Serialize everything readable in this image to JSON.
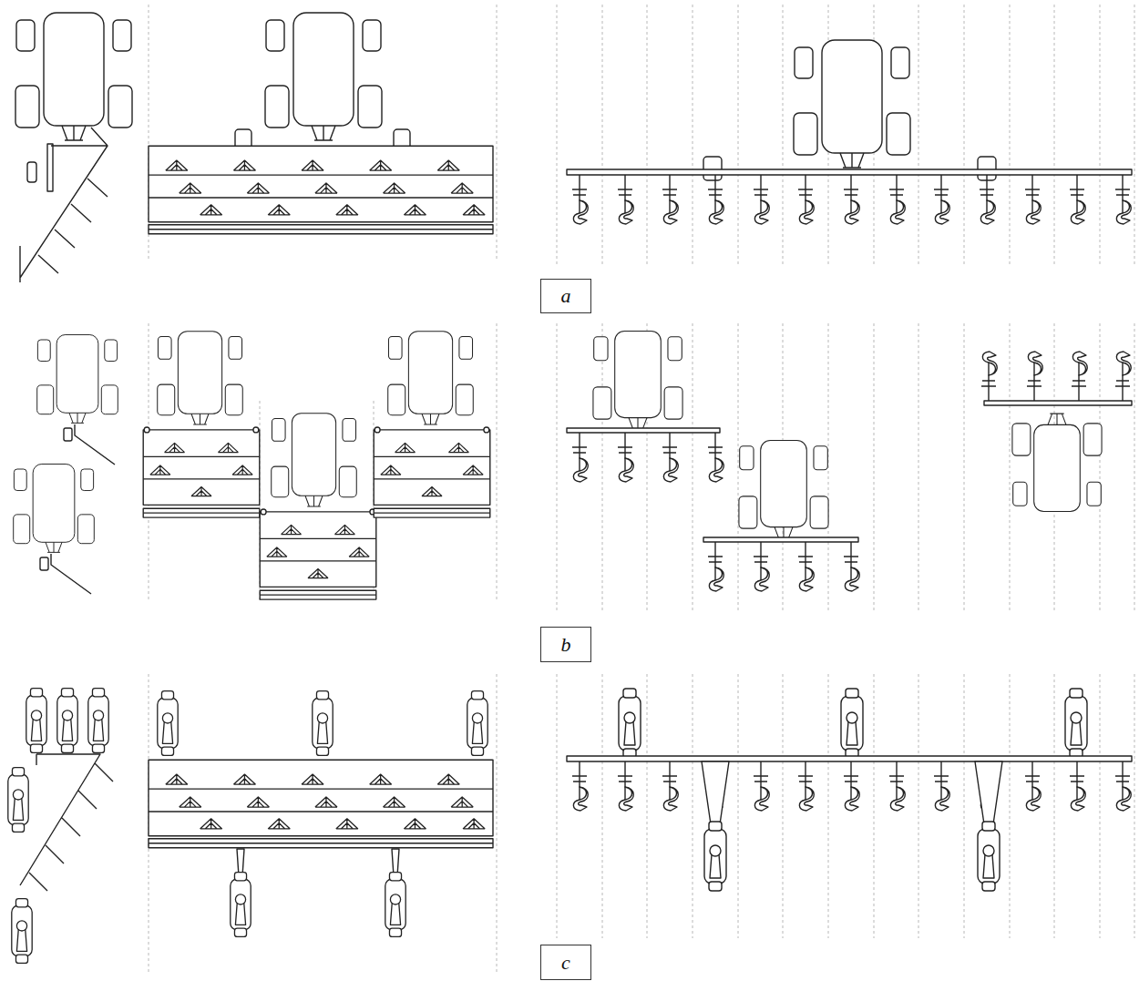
{
  "diagram": {
    "nodes": [
      {
        "text": [
          "a"
        ]
      },
      {
        "text": [
          "b"
        ]
      },
      {
        "text": [
          "c"
        ]
      }
    ]
  }
}
